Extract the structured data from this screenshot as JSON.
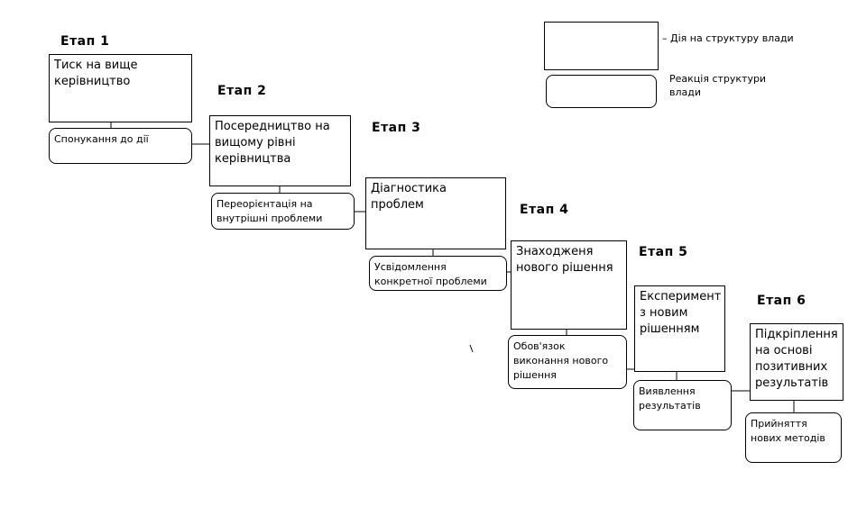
{
  "stages": [
    {
      "label": "Етап 1",
      "action": "Тиск на вище керівництво",
      "reaction": "Спонукання до дії"
    },
    {
      "label": "Етап 2",
      "action": "Посередництво на вищому рівні керівництва",
      "reaction": "Переорієнтація на внутрішні проблеми"
    },
    {
      "label": "Етап 3",
      "action": "Діагностика проблем",
      "reaction": "Усвідомлення конкретної проблеми"
    },
    {
      "label": "Етап 4",
      "action": "Знаходженя нового рішення",
      "reaction": "Обов'язок виконання нового рішення"
    },
    {
      "label": "Етап 5",
      "action": "Експеримент з новим рішенням",
      "reaction": "Виявлення результатів"
    },
    {
      "label": "Етап 6",
      "action": "Підкріплення на основі позитивних результатів",
      "reaction": "Прийняття нових методів"
    }
  ],
  "legend": {
    "action_text": "– Дія на структуру влади",
    "reaction_text": "Реакція структури влади"
  }
}
